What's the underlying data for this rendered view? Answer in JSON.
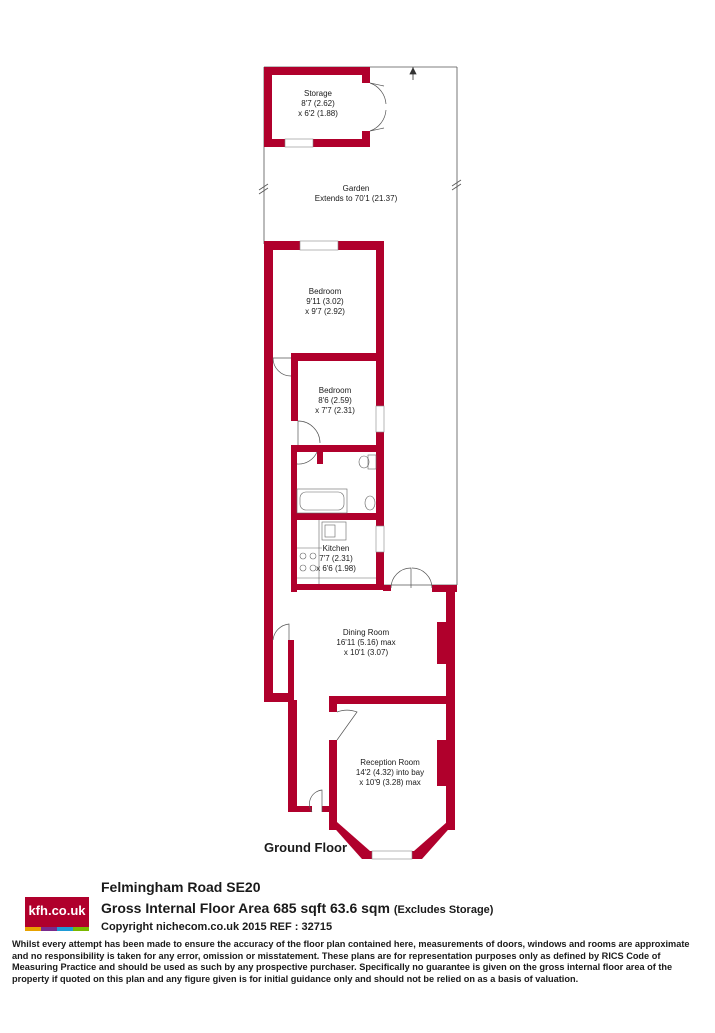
{
  "rooms": {
    "storage": {
      "name": "Storage",
      "dim1": "8'7 (2.62)",
      "dim2": "x 6'2 (1.88)"
    },
    "garden": {
      "name": "Garden",
      "dim1": "Extends to 70'1 (21.37)"
    },
    "bedroom1": {
      "name": "Bedroom",
      "dim1": "9'11 (3.02)",
      "dim2": "x 9'7 (2.92)"
    },
    "bedroom2": {
      "name": "Bedroom",
      "dim1": "8'6 (2.59)",
      "dim2": "x 7'7 (2.31)"
    },
    "kitchen": {
      "name": "Kitchen",
      "dim1": "7'7 (2.31)",
      "dim2": "x 6'6 (1.98)"
    },
    "dining": {
      "name": "Dining Room",
      "dim1": "16'11 (5.16) max",
      "dim2": "x 10'1 (3.07)"
    },
    "reception": {
      "name": "Reception Room",
      "dim1": "14'2 (4.32) into bay",
      "dim2": "x 10'9 (3.28) max"
    }
  },
  "floor_label": "Ground Floor",
  "logo": {
    "text": "kfh.co.uk",
    "bar_colors": [
      "#e8a200",
      "#7a2a8c",
      "#1f9bd6",
      "#7ab800"
    ]
  },
  "colors": {
    "wall": "#b0002c",
    "brand": "#b0002c"
  },
  "footer": {
    "title": "Felmingham Road  SE20",
    "area": "Gross Internal Floor Area 685 sqft 63.6 sqm",
    "area_note": "(Excludes Storage)",
    "copyright": "Copyright nichecom.co.uk 2015 REF : 32715",
    "disclaimer": "Whilst every attempt has been made to ensure the accuracy of the floor plan contained here, measurements of doors, windows and rooms are approximate and no responsibility is taken for any error, omission or misstatement.  These plans are for representation purposes only as defined by RICS Code of Measuring Practice and should be used as such by any prospective purchaser.  Specifically no guarantee is given on the gross internal floor area of the property if quoted on this plan and any figure given is for initial guidance only and should not be relied on as a basis of valuation."
  }
}
